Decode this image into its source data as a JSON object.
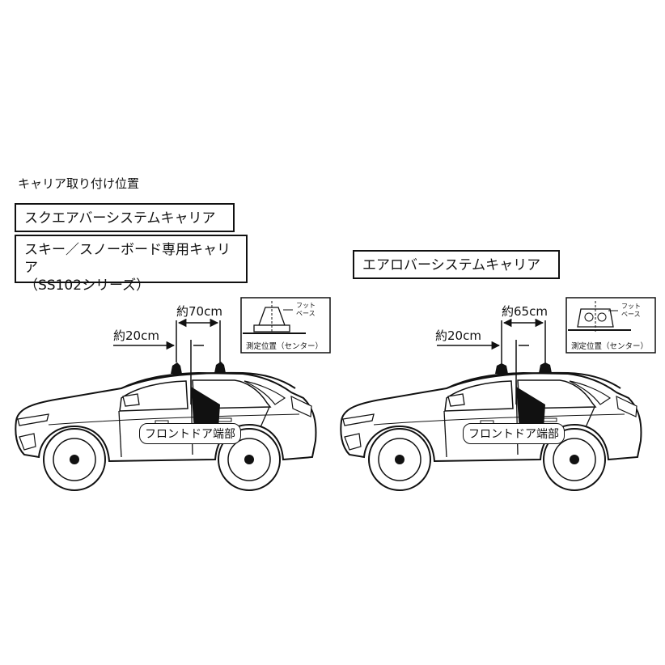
{
  "heading": "キャリア取り付け位置",
  "left": {
    "labels": [
      "スクエアバーシステムキャリア",
      "スキー／スノーボード専用キャリア",
      "（SS102シリーズ）"
    ],
    "dim_long": "約70cm",
    "dim_short": "約20cm",
    "inset_foot": [
      "フット",
      "ベース"
    ],
    "inset_caption": "測定位置（センター）",
    "door_label": "フロントドア端部"
  },
  "right": {
    "label": "エアロバーシステムキャリア",
    "dim_long": "約65cm",
    "dim_short": "約20cm",
    "inset_foot": [
      "フット",
      "ベース"
    ],
    "inset_caption": "測定位置（センター）",
    "door_label": "フロントドア端部"
  }
}
